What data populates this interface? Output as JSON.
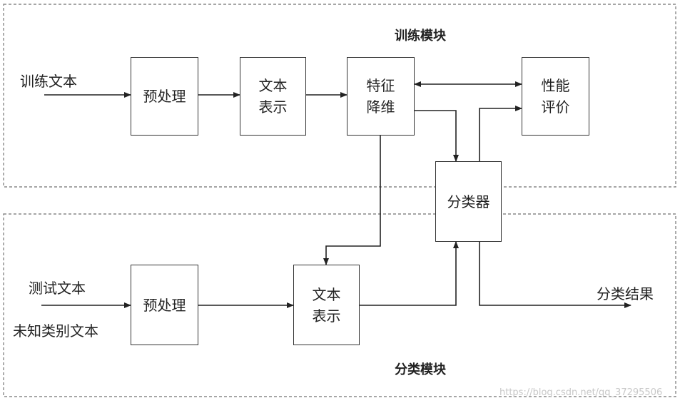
{
  "training_module": {
    "title": "训练模块",
    "input_label": "训练文本",
    "preprocess": "预处理",
    "text_repr": "文本\n表示",
    "feature_reduction": "特征\n降维",
    "performance_eval": "性能\n评价"
  },
  "classifier": "分类器",
  "classification_module": {
    "title": "分类模块",
    "input_label_1": "测试文本",
    "input_label_2": "未知类别文本",
    "preprocess": "预处理",
    "text_repr": "文本\n表示",
    "output_label": "分类结果"
  },
  "watermark": "https://blog.csdn.net/qq_37295506"
}
